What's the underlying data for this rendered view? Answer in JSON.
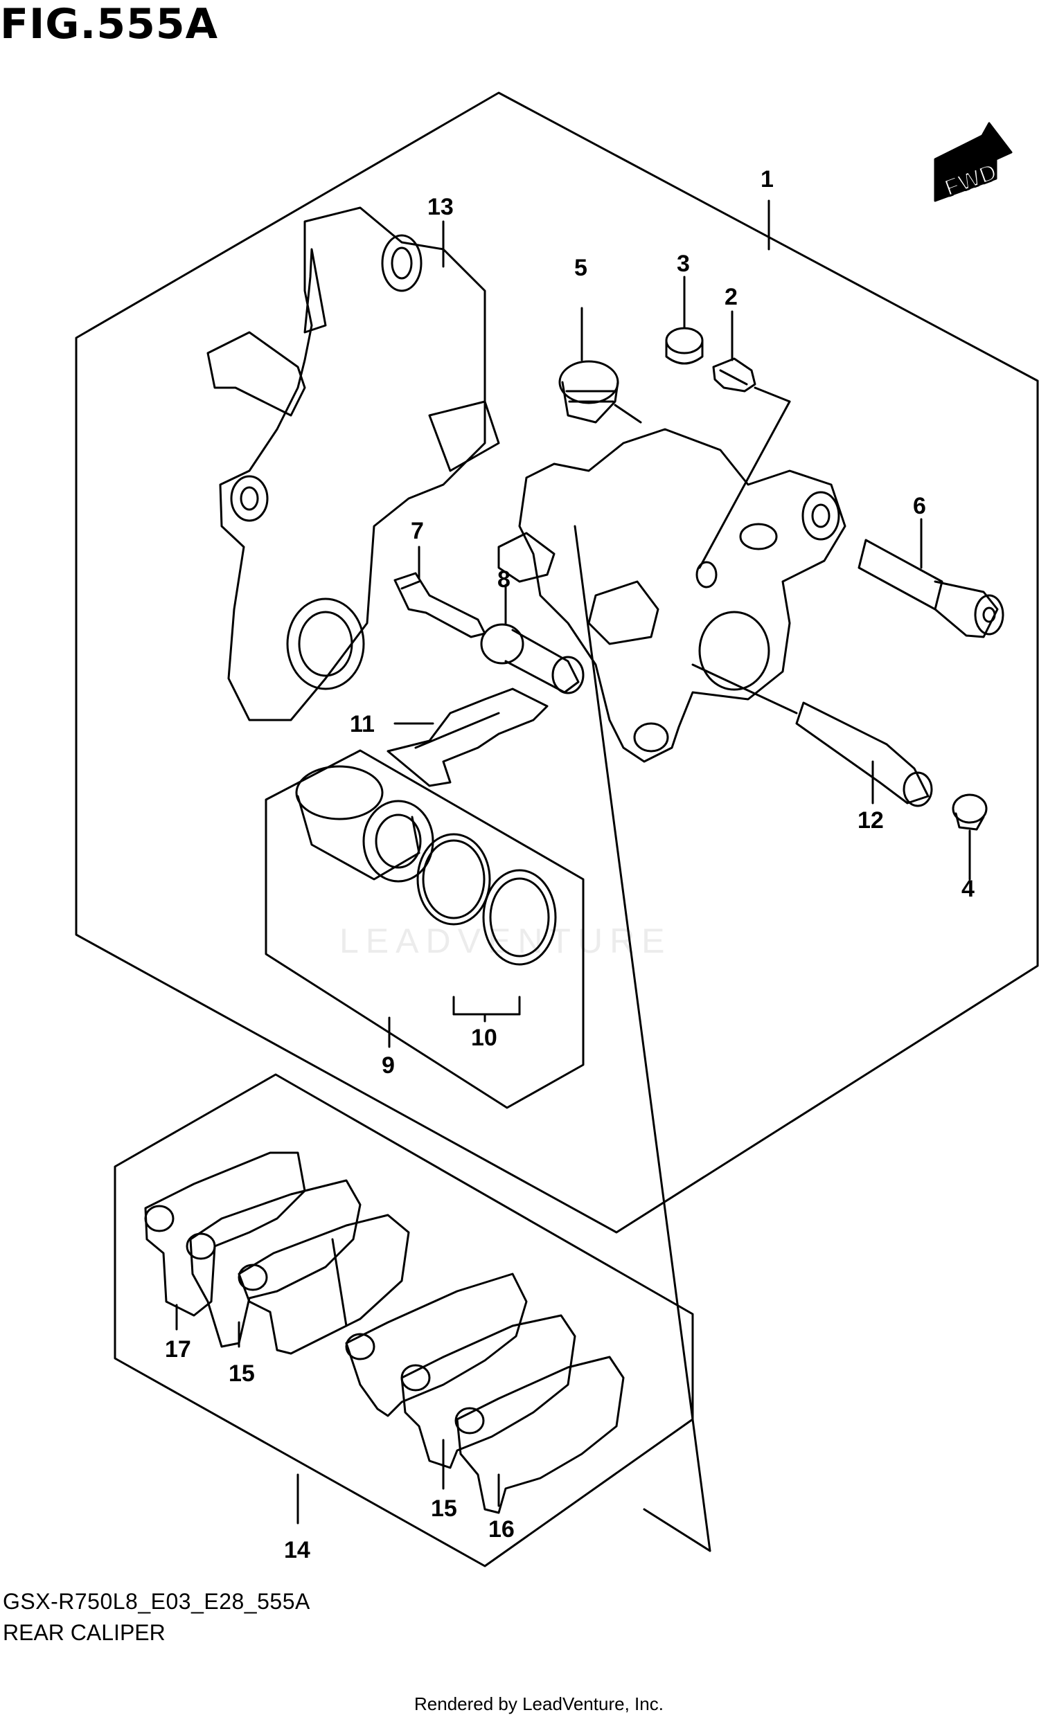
{
  "header": {
    "figure_title": "FIG.555A"
  },
  "footer": {
    "model_code": "GSX-R750L8_E03_E28_555A",
    "section_name": "REAR CALIPER",
    "rendered_by": "Rendered by LeadVenture, Inc."
  },
  "watermark": {
    "text": "LEADVENTURE"
  },
  "direction_badge": {
    "label": "FWD"
  },
  "callouts": {
    "c1": "1",
    "c2": "2",
    "c3": "3",
    "c4": "4",
    "c5": "5",
    "c6": "6",
    "c7": "7",
    "c8": "8",
    "c9": "9",
    "c10": "10",
    "c11": "11",
    "c12": "12",
    "c13": "13",
    "c14": "14",
    "c15a": "15",
    "c15b": "15",
    "c16": "16",
    "c17": "17"
  }
}
